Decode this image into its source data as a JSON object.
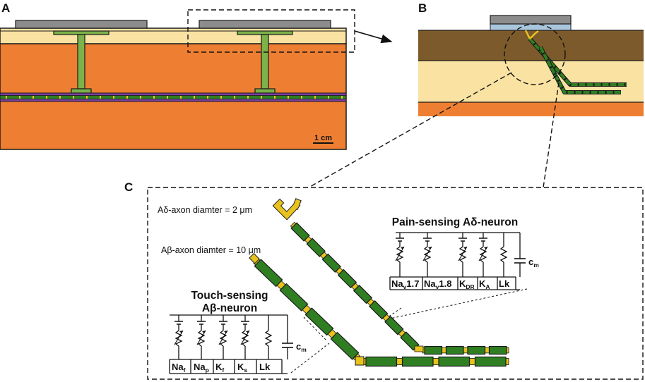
{
  "panels": {
    "a": {
      "label": "A",
      "scale_bar": "1 cm"
    },
    "b": {
      "label": "B"
    },
    "c": {
      "label": "C",
      "ad_diameter": "Aδ-axon diamter = 2 μm",
      "ab_diameter": "Aβ-axon diamter = 10 μm",
      "pain_title": "Pain-sensing Aδ-neuron",
      "touch_title_line1": "Touch-sensing",
      "touch_title_line2": "Aβ-neuron",
      "pain_channels": [
        {
          "base": "Na",
          "sub": "v",
          "tail": "1.7"
        },
        {
          "base": "Na",
          "sub": "v",
          "tail": "1.8"
        },
        {
          "base": "K",
          "sub": "DR",
          "tail": ""
        },
        {
          "base": "K",
          "sub": "A",
          "tail": ""
        },
        {
          "base": "Lk",
          "sub": "",
          "tail": ""
        }
      ],
      "touch_channels": [
        {
          "base": "Na",
          "sub": "f",
          "tail": ""
        },
        {
          "base": "Na",
          "sub": "p",
          "tail": ""
        },
        {
          "base": "K",
          "sub": "f",
          "tail": ""
        },
        {
          "base": "K",
          "sub": "s",
          "tail": ""
        },
        {
          "base": "Lk",
          "sub": "",
          "tail": ""
        }
      ],
      "capacitor": {
        "base": "c",
        "sub": "m"
      }
    }
  },
  "colors": {
    "outline": "#1a1a1a",
    "electrode": "#8c8c8c",
    "gel": "#aac6dc",
    "epidermis": "#f9e2a2",
    "dermis": "#7d5a2b",
    "hypodermis": "#ee7f32",
    "nerve": "#7a3fa0",
    "node": "#e8c21f",
    "myelin": "#2f7f22",
    "stalk": "#7cb24a"
  }
}
